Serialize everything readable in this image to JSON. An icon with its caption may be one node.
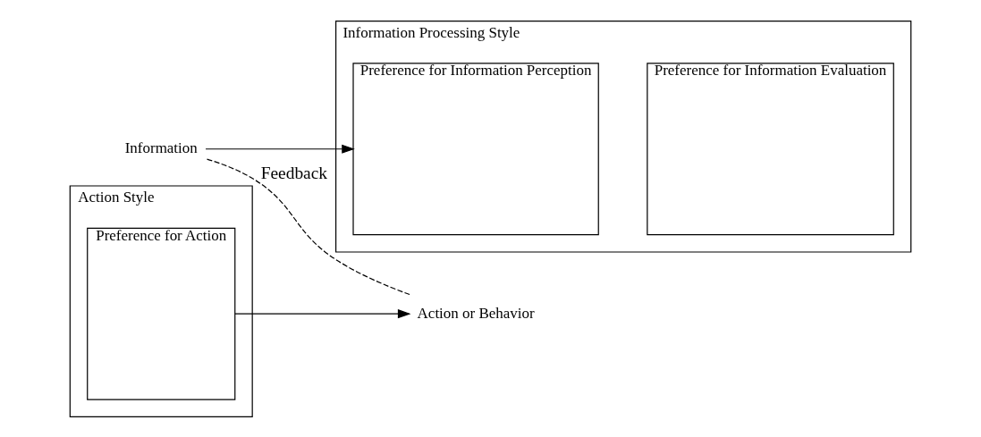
{
  "diagram": {
    "nodes": [
      {
        "text": [
          "Information"
        ]
      },
      {
        "text": [
          "Information Processing Style"
        ]
      },
      {
        "text": [
          "Preference for Information Perception"
        ],
        "in": 1
      },
      {
        "text": [
          "Preference for Information Evaluation"
        ],
        "in": 1
      },
      {
        "text": [
          "Action Style"
        ]
      },
      {
        "text": [
          "Preference for Action"
        ],
        "in": 4
      },
      {
        "text": [
          "Action or Behavior"
        ]
      }
    ],
    "edges": [
      {
        "from": 0,
        "to": 2,
        "arrow": "to"
      },
      {
        "from": 5,
        "to": 6,
        "arrow": "to"
      },
      {
        "from": 6,
        "to": 0,
        "arrow": "none",
        "label": "Feedback",
        "style": "dashed"
      }
    ]
  }
}
